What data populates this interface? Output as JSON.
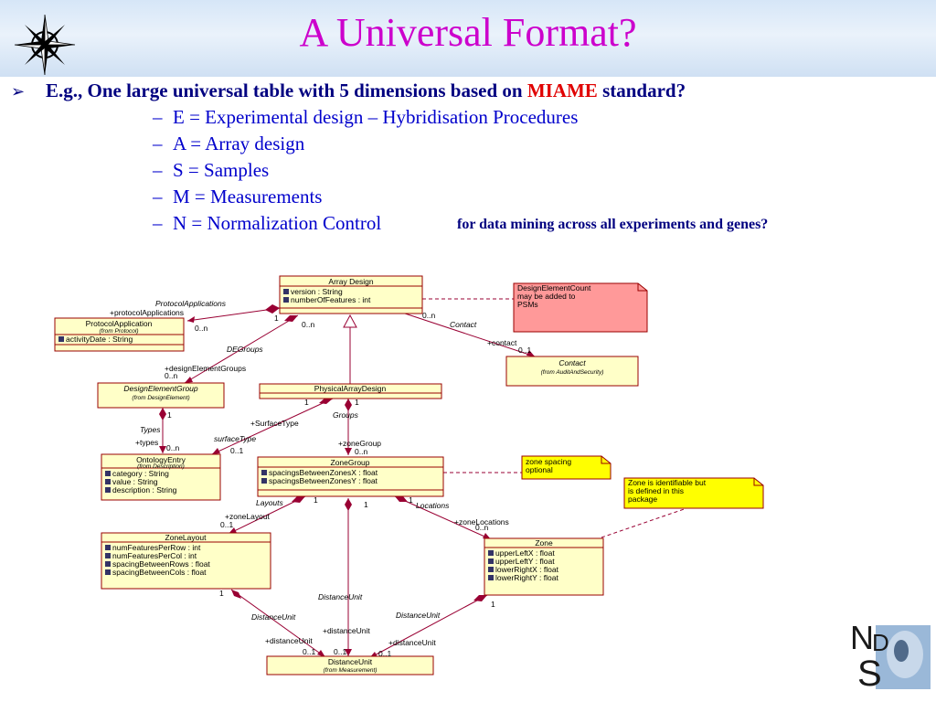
{
  "title": "A Universal Format?",
  "bullet": {
    "prefix": "E.g., One large universal table with 5 dimensions based on ",
    "highlight": "MIAME",
    "suffix": " standard?"
  },
  "sub_items": [
    "E = Experimental design – Hybridisation Procedures",
    "A = Array design",
    "S = Samples",
    "M = Measurements",
    "N = Normalization Control"
  ],
  "side_note": "for data mining across all experiments and genes?",
  "diagram": {
    "classes": {
      "array_design": {
        "name": "Array Design",
        "attrs": [
          "version : String",
          "numberOfFeatures : int"
        ]
      },
      "protocol_application": {
        "name": "ProtocolApplication",
        "from": "(from Protocol)",
        "attrs": [
          "activityDate : String"
        ]
      },
      "design_element_group": {
        "name": "DesignElementGroup",
        "from": "(from DesignElement)"
      },
      "physical_array_design": {
        "name": "PhysicalArrayDesign"
      },
      "contact": {
        "name": "Contact",
        "from": "(from AuditAndSecurity)"
      },
      "ontology_entry": {
        "name": "OntologyEntry",
        "from": "(from Description)",
        "attrs": [
          "category : String",
          "value : String",
          "description : String"
        ]
      },
      "zone_group": {
        "name": "ZoneGroup",
        "attrs": [
          "spacingsBetweenZonesX : float",
          "spacingsBetweenZonesY : float"
        ]
      },
      "zone_layout": {
        "name": "ZoneLayout",
        "attrs": [
          "numFeaturesPerRow : int",
          "numFeaturesPerCol : int",
          "spacingBetweenRows : float",
          "spacingBetweenCols : float"
        ]
      },
      "zone": {
        "name": "Zone",
        "attrs": [
          "upperLeftX : float",
          "upperLeftY : float",
          "lowerRightX : float",
          "lowerRightY : float"
        ]
      },
      "distance_unit": {
        "name": "DistanceUnit",
        "from": "(from Measurement)"
      }
    },
    "notes": {
      "design_element_count": [
        "DesignElementCount",
        "may be added to",
        "PSMs"
      ],
      "zone_spacing": [
        "zone spacing",
        "optional"
      ],
      "zone_identifiable": [
        "Zone is identifiable but",
        "is defined in this",
        "package"
      ]
    },
    "labels": {
      "protocol_applications_role": "ProtocolApplications",
      "protocol_applications_end": "+protocolApplications",
      "mult_0n": "0..n",
      "mult_1": "1",
      "mult_01": "0..1",
      "contact_role": "Contact",
      "contact_end": "+contact",
      "degroups_role": "DEGroups",
      "design_element_groups_end": "+designElementGroups",
      "types_role": "Types",
      "types_end": "+types",
      "surface_type_role": "surfaceType",
      "surface_type_end": "+SurfaceType",
      "groups_role": "Groups",
      "zone_group_end": "+zoneGroup",
      "layouts_role": "Layouts",
      "zone_layout_end": "+zoneLayout",
      "locations_role": "Locations",
      "zone_locations_end": "+zoneLocations",
      "distance_unit_role": "DistanceUnit",
      "distance_unit_end": "+distanceUnit"
    }
  },
  "colors": {
    "title": "#cc00cc",
    "bullet": "#000080",
    "sub_items": "#0000cc",
    "highlight": "#e00000",
    "class_fill": "#ffffc8",
    "class_border": "#990000",
    "note_red": "#ff9999",
    "note_yellow": "#ffff00",
    "line": "#990033"
  },
  "icons": [
    "compass-star-logo",
    "attribute-icon",
    "nds-logo"
  ]
}
